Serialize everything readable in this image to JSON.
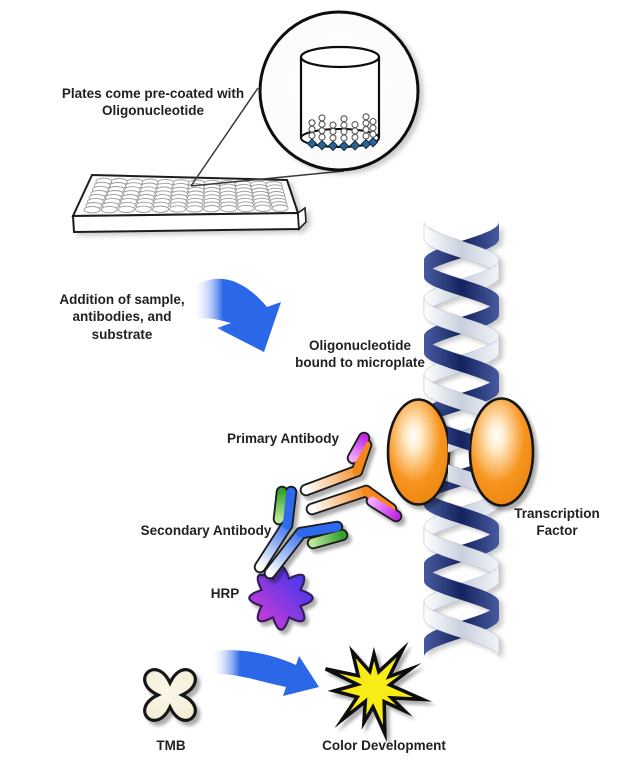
{
  "diagram": {
    "plate_step": {
      "caption_line1": "Plates come pre-coated with",
      "caption_line2": "Oligonucleotide"
    },
    "addition_step": {
      "line1": "Addition of sample,",
      "line2": "antibodies, and",
      "line3": "substrate",
      "bound_line1": "Oligonucleotide",
      "bound_line2": "bound to microplate"
    },
    "detection": {
      "primary_antibody": "Primary Antibody",
      "secondary_antibody": "Secondary Antibody",
      "hrp": "HRP",
      "transcription_factor_line1": "Transcription",
      "transcription_factor_line2": "Factor"
    },
    "development_step": {
      "tmb": "TMB",
      "color_development": "Color Development"
    }
  },
  "colors": {
    "arrow_blue": "#2b68e8",
    "dna_navy": "#15235f",
    "dna_silver": "#c9d0dd",
    "transcription_factor_orange": "#f7941e",
    "primary_antibody_orange": "#f5871f",
    "primary_tip_magenta": "#c32ce8",
    "secondary_antibody_blue": "#2e6bee",
    "secondary_tip_green": "#33a02c",
    "hrp_magenta": "#cf3bd4",
    "hrp_blue": "#4338ee",
    "tmb_cream": "#f4eed6",
    "star_yellow": "#f7ec13",
    "oligo_anchor": "#2a6496",
    "outline_black": "#1b1b1b"
  }
}
